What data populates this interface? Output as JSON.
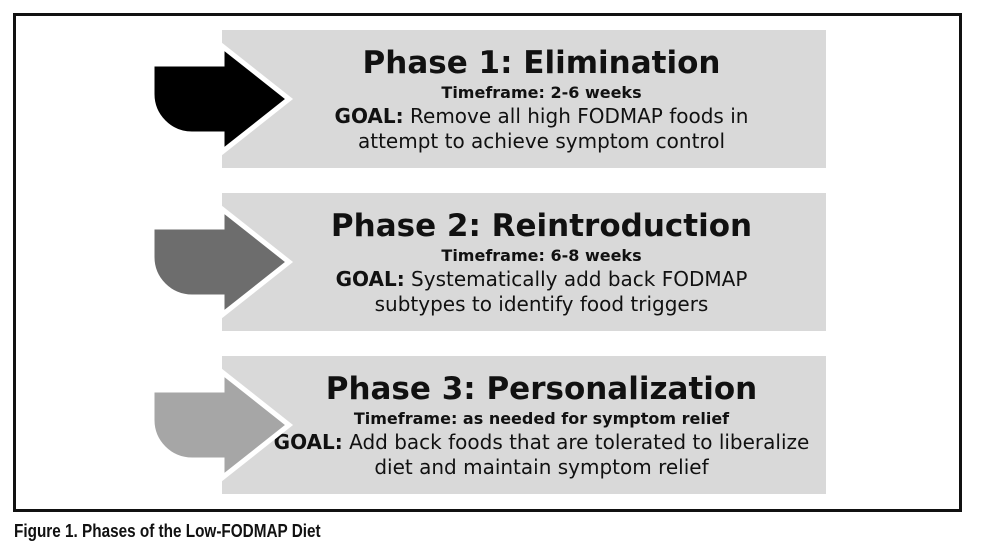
{
  "phases": [
    {
      "title": "Phase 1: Elimination",
      "timeframe": "Timeframe: 2-6 weeks",
      "goal_label": "GOAL:",
      "goal_text": " Remove all high FODMAP foods in attempt to achieve symptom control",
      "arrow_color": "#000000"
    },
    {
      "title": "Phase 2: Reintroduction",
      "timeframe": "Timeframe: 6-8 weeks",
      "goal_label": "GOAL:",
      "goal_text": " Systematically add back FODMAP subtypes to identify food triggers",
      "arrow_color": "#6d6d6d"
    },
    {
      "title": "Phase 3: Personalization",
      "timeframe": "Timeframe: as needed for symptom relief",
      "goal_label": "GOAL:",
      "goal_text": " Add back foods that are tolerated to liberalize diet and maintain symptom relief",
      "arrow_color": "#a6a6a6"
    }
  ],
  "caption": "Figure 1. Phases of the Low-FODMAP Diet"
}
